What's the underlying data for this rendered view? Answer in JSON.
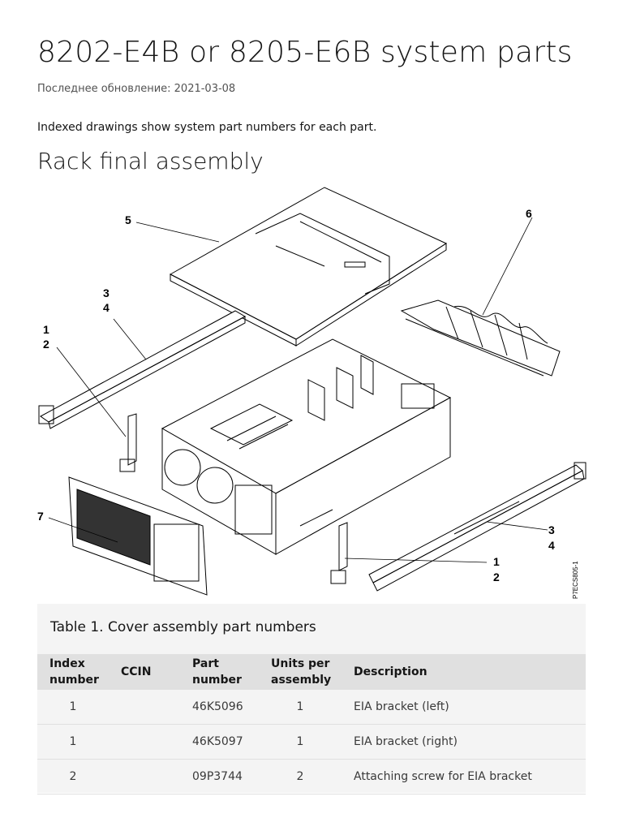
{
  "page": {
    "title": "8202-E4B or 8205-E6B system parts",
    "updated": "Последнее обновление: 2021-03-08",
    "intro": "Indexed drawings show system part numbers for each part.",
    "section_title": "Rack final assembly"
  },
  "figure": {
    "callouts": {
      "c5": "5",
      "c6": "6",
      "c3a": "3",
      "c4a": "4",
      "c1a": "1",
      "c2a": "2",
      "c7": "7",
      "c3b": "3",
      "c4b": "4",
      "c1b": "1",
      "c2b": "2"
    },
    "figure_id": "P7ECS805-1"
  },
  "table": {
    "caption": "Table 1. Cover assembly part numbers",
    "headers": {
      "index": [
        "Index",
        "number"
      ],
      "ccin": "CCIN",
      "part": [
        "Part",
        "number"
      ],
      "units": [
        "Units per",
        "assembly"
      ],
      "description": "Description"
    },
    "rows": [
      {
        "index": "1",
        "ccin": "",
        "part": "46K5096",
        "units": "1",
        "description": "EIA bracket (left)"
      },
      {
        "index": "1",
        "ccin": "",
        "part": "46K5097",
        "units": "1",
        "description": "EIA bracket (right)"
      },
      {
        "index": "2",
        "ccin": "",
        "part": "09P3744",
        "units": "2",
        "description": "Attaching screw for EIA bracket"
      }
    ]
  }
}
